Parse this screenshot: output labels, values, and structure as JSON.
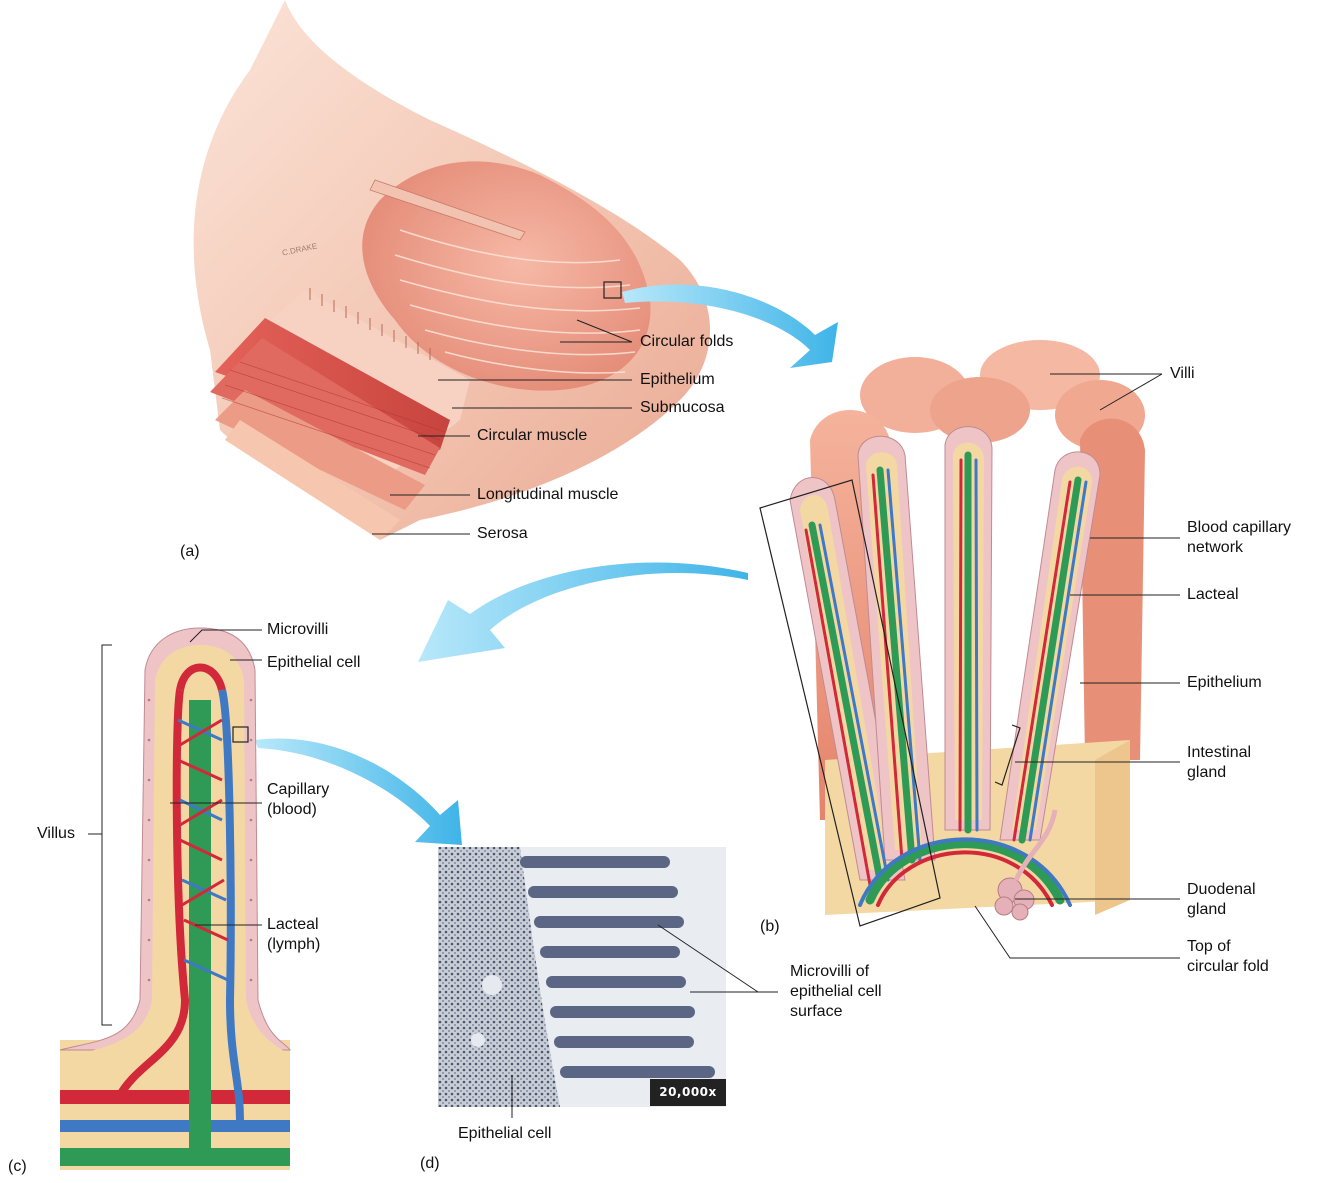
{
  "panels": {
    "a": "(a)",
    "b": "(b)",
    "c": "(c)",
    "d": "(d)"
  },
  "panel_a": {
    "artist_signature": "C.DRAKE",
    "labels": {
      "circular_folds": "Circular folds",
      "epithelium": "Epithelium",
      "submucosa": "Submucosa",
      "circular_muscle": "Circular muscle",
      "longitudinal_muscle": "Longitudinal muscle",
      "serosa": "Serosa"
    }
  },
  "panel_b": {
    "labels": {
      "villi": "Villi",
      "blood_capillary_network_1": "Blood capillary",
      "blood_capillary_network_2": "network",
      "lacteal": "Lacteal",
      "epithelium": "Epithelium",
      "intestinal_gland_1": "Intestinal",
      "intestinal_gland_2": "gland",
      "duodenal_gland_1": "Duodenal",
      "duodenal_gland_2": "gland",
      "top_of_circular_fold_1": "Top of",
      "top_of_circular_fold_2": "circular fold"
    }
  },
  "panel_c": {
    "labels": {
      "microvilli": "Microvilli",
      "epithelial_cell": "Epithelial cell",
      "capillary_1": "Capillary",
      "capillary_2": "(blood)",
      "villus": "Villus",
      "lacteal_1": "Lacteal",
      "lacteal_2": "(lymph)"
    }
  },
  "panel_d": {
    "magnification": "20,000x",
    "labels": {
      "microvilli_1": "Microvilli of",
      "microvilli_2": "epithelial cell",
      "microvilli_3": "surface",
      "epithelial_cell": "Epithelial cell"
    }
  },
  "colors": {
    "mucosa": "#f0a592",
    "muscle": "#d9534e",
    "villus_tissue": "#f2d39a",
    "epithelium": "#eac4c8",
    "artery": "#d1283a",
    "vein": "#3f78c3",
    "lacteal": "#2e9a55",
    "arrow": "#5cc6ee",
    "micrograph": "#3a4660"
  }
}
